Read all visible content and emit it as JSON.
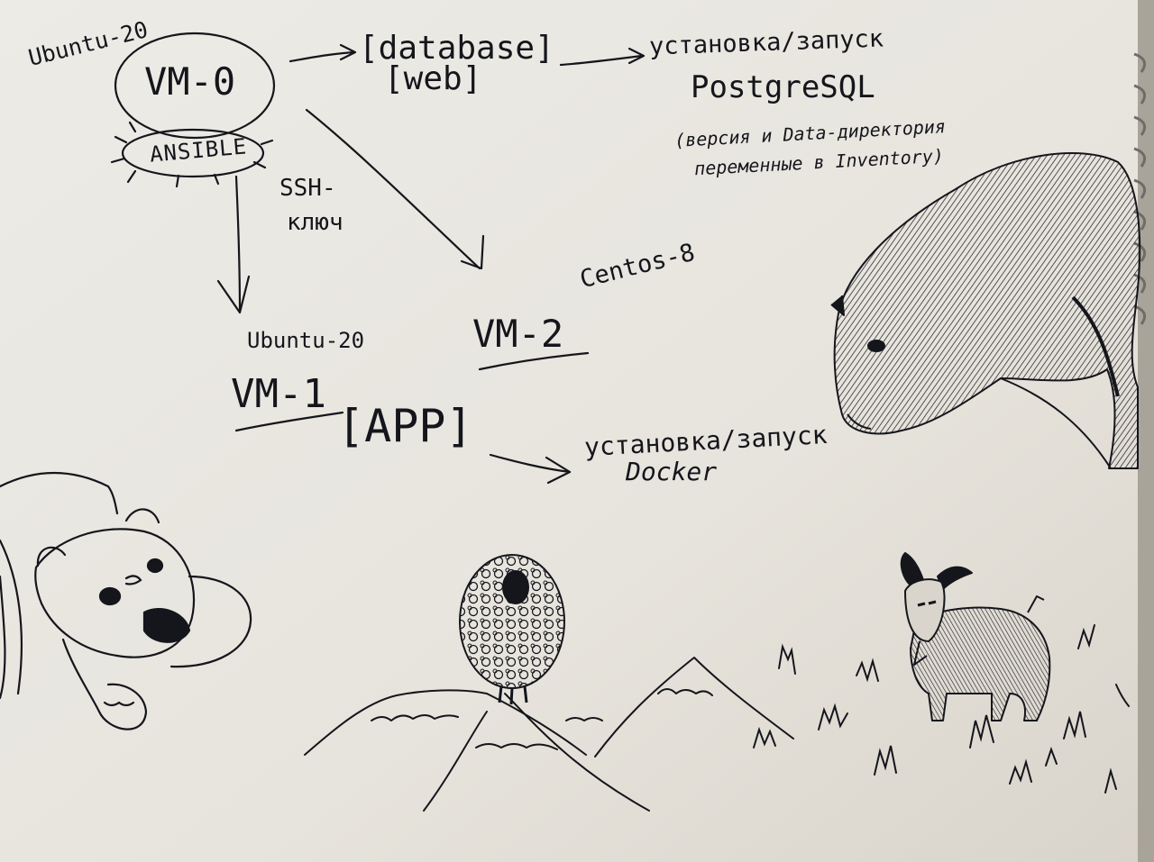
{
  "diagram": {
    "vm0": {
      "os": "Ubuntu-20",
      "name": "VM-0",
      "tool": "ANSIBLE",
      "roles": [
        "[database]",
        "[web]"
      ],
      "task_title": "установка/запуск",
      "task_target": "PostgreSQL",
      "task_note_line1": "(версия и Data-директория",
      "task_note_line2": "переменные в Inventory)"
    },
    "ssh": {
      "label_line1": "SSH-",
      "label_line2": "ключ"
    },
    "vm1": {
      "os": "Ubuntu-20",
      "name": "VM-1",
      "role": "[APP]",
      "task_title": "установка/запуск",
      "task_target": "Docker"
    },
    "vm2": {
      "os": "Centos-8",
      "name": "VM-2"
    }
  },
  "doodles": [
    "capybara",
    "bear",
    "sheep-on-mountain",
    "goat",
    "grass"
  ],
  "colors": {
    "paper": "#ebe8e2",
    "ink": "#15161c"
  }
}
